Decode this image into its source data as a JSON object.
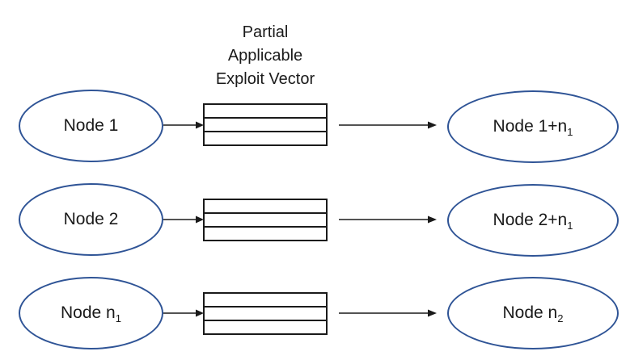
{
  "title": {
    "lines": "Partial\nApplicable\nExploit Vector"
  },
  "colors": {
    "ellipse_stroke": "#2F5496",
    "line": "#1a1a1a",
    "background": "#ffffff"
  },
  "vector_box": {
    "segments": 3
  },
  "rows": [
    {
      "source": {
        "label": "Node 1",
        "sub": ""
      },
      "target": {
        "label": "Node 1+n",
        "sub": "1"
      }
    },
    {
      "source": {
        "label": "Node 2",
        "sub": ""
      },
      "target": {
        "label": "Node 2+n",
        "sub": "1"
      }
    },
    {
      "source": {
        "label": "Node n",
        "sub": "1"
      },
      "target": {
        "label": "Node n",
        "sub": "2"
      }
    }
  ]
}
